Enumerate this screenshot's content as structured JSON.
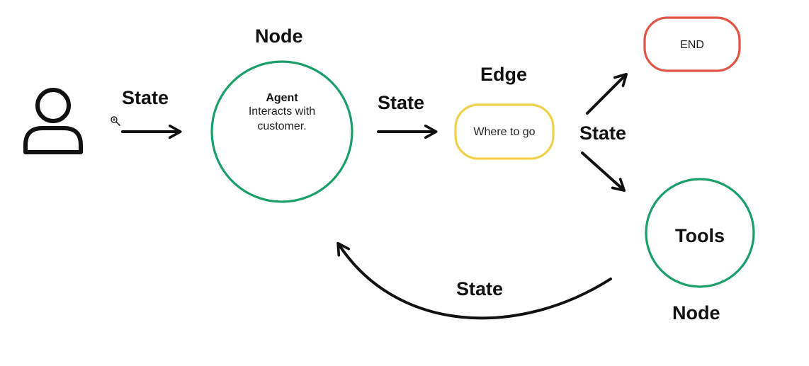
{
  "colors": {
    "agent_node": "#1a9e6a",
    "tools_node": "#1a9e6a",
    "edge": "#f0d24a",
    "end": "#e05545",
    "ink": "#111111"
  },
  "icons": {
    "user": "user-person-icon",
    "zoom": "zoom-in-icon"
  },
  "labels": {
    "node_top": "Node",
    "node_bottom": "Node",
    "edge_title": "Edge",
    "state_user_to_agent": "State",
    "state_agent_to_edge": "State",
    "state_edge_branches": "State",
    "state_tools_to_agent": "State"
  },
  "agent": {
    "title": "Agent",
    "description": "Interacts with customer."
  },
  "edge_box": {
    "text": "Where to go"
  },
  "end_box": {
    "text": "END"
  },
  "tools": {
    "text": "Tools"
  }
}
